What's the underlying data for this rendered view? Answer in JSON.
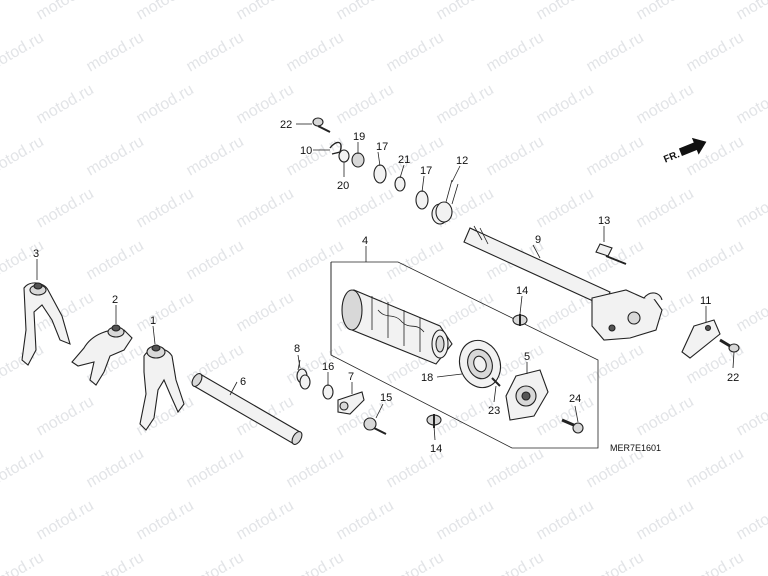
{
  "diagram": {
    "code": "MER7E1601",
    "direction_label": "FR.",
    "watermark_text": "motod.ru",
    "watermark_color": "#9aa0aa",
    "callouts": {
      "c1": "1",
      "c2": "2",
      "c3": "3",
      "c4": "4",
      "c5": "5",
      "c6": "6",
      "c7": "7",
      "c8": "8",
      "c9": "9",
      "c10": "10",
      "c11": "11",
      "c12": "12",
      "c13": "13",
      "c14a": "14",
      "c14b": "14",
      "c15": "15",
      "c16": "16",
      "c17a": "17",
      "c17b": "17",
      "c18": "18",
      "c19": "19",
      "c20": "20",
      "c21": "21",
      "c22a": "22",
      "c22b": "22",
      "c23": "23",
      "c24": "24"
    }
  }
}
